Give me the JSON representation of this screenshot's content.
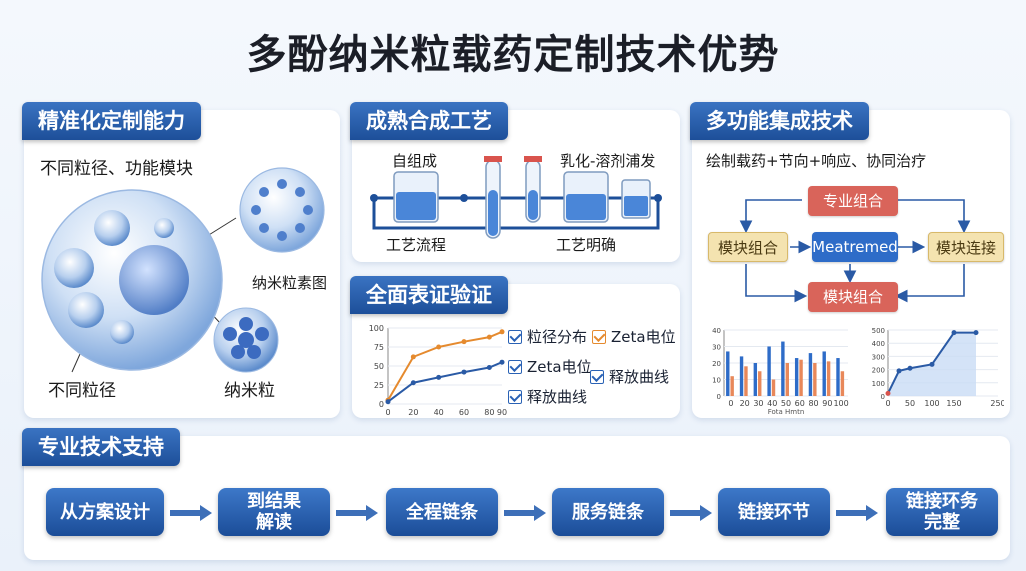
{
  "title": "多酚纳米粒载药定制技术优势",
  "precision": {
    "heading": "精准化定制能力",
    "label_modules": "不同粒径、功能模块",
    "label_diagram": "纳米粒素图",
    "label_sizes": "不同粒径",
    "label_nano": "纳米粒"
  },
  "synthesis": {
    "heading": "成熟合成工艺",
    "label_self": "自组成",
    "label_emulsify": "乳化-溶剂浦发",
    "label_flow": "工艺流程",
    "label_clear": "工艺明确"
  },
  "multi": {
    "heading": "多功能集成技术",
    "subtitle": "绘制载药+节向+响应、协同治疗",
    "box_top": "专业组合",
    "box_left": "模块组合",
    "box_center": "Meatremed",
    "box_right": "模块连接",
    "box_bottom": "模块组合",
    "bar_axis_label": "Fota Hmtn"
  },
  "characterization": {
    "heading": "全面表证验证",
    "legend": [
      "粒径分布",
      "Zeta电位",
      "Zeta电位",
      "释放曲线",
      "释放曲线"
    ]
  },
  "support": {
    "heading": "专业技术支持",
    "steps": [
      "从方案设计",
      "到结果解读",
      "全程链条",
      "服务链条",
      "链接环节",
      "链接环务完整"
    ]
  },
  "colors": {
    "primary_blue": "#1d4f99",
    "orange": "#e58a2e",
    "box_red": "#d9645a",
    "box_yellow": "#f4e3b0",
    "box_blue": "#2e6cc8"
  },
  "chart_data": [
    {
      "type": "line",
      "x": [
        0,
        20,
        40,
        60,
        80,
        90
      ],
      "series": [
        {
          "values": [
            5,
            62,
            75,
            82,
            88,
            95
          ]
        },
        {
          "values": [
            3,
            28,
            35,
            42,
            48,
            55
          ]
        }
      ],
      "xticks": [
        0,
        20,
        40,
        60,
        80,
        90
      ],
      "yticks": [
        0,
        25,
        50,
        75,
        100
      ],
      "xlim": [
        0,
        90
      ],
      "ylim": [
        0,
        100
      ]
    },
    {
      "type": "bar",
      "categories": [
        "0",
        "20",
        "30",
        "40",
        "50",
        "60",
        "80",
        "90",
        "100"
      ],
      "series": [
        {
          "values": [
            27,
            24,
            20,
            30,
            33,
            23,
            26,
            27,
            23
          ]
        },
        {
          "values": [
            12,
            18,
            15,
            10,
            20,
            22,
            20,
            21,
            15
          ]
        }
      ],
      "yticks": [
        0,
        10,
        20,
        30,
        40
      ],
      "ylim": [
        0,
        40
      ],
      "xlabel": "Fota Hmtn"
    },
    {
      "type": "area",
      "x": [
        0,
        25,
        50,
        100,
        150,
        200
      ],
      "values": [
        20,
        190,
        210,
        240,
        480,
        480
      ],
      "xticks": [
        0,
        50,
        100,
        150,
        250
      ],
      "yticks": [
        0,
        100,
        200,
        300,
        400,
        500
      ],
      "ylim": [
        0,
        500
      ]
    }
  ]
}
